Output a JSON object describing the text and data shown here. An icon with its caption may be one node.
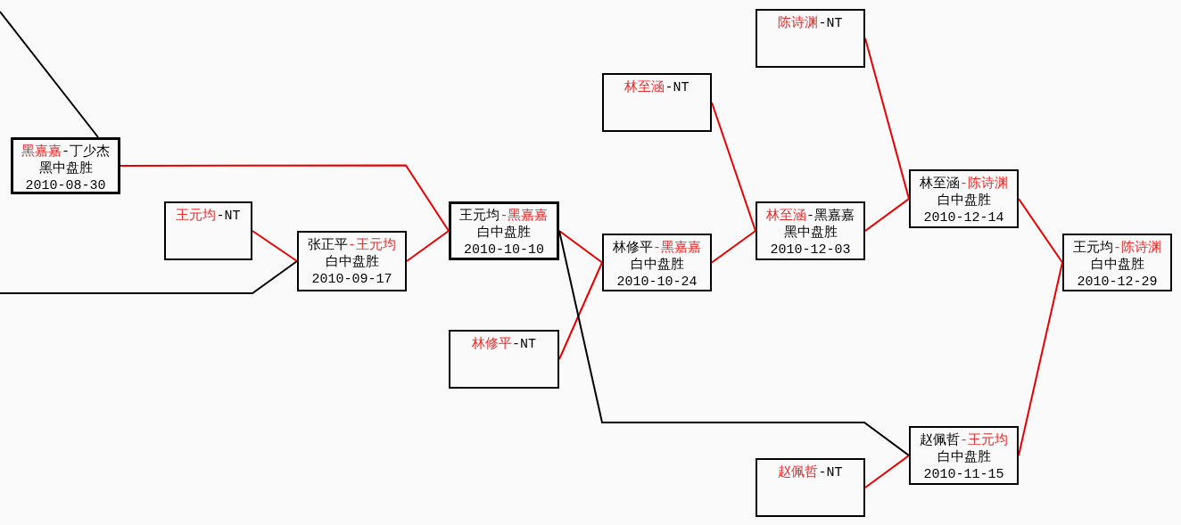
{
  "diagram": {
    "nodes": [
      {
        "text": [
          "黑嘉嘉-丁少杰",
          "黑中盘胜",
          "2010-08-30"
        ]
      },
      {
        "text": [
          "王元均-NT"
        ]
      },
      {
        "text": [
          "张正平-王元均",
          "白中盘胜",
          "2010-09-17"
        ]
      },
      {
        "text": [
          "王元均-黑嘉嘉",
          "白中盘胜",
          "2010-10-10"
        ]
      },
      {
        "text": [
          "林至涵-NT"
        ]
      },
      {
        "text": [
          "林修平-黑嘉嘉",
          "白中盘胜",
          "2010-10-24"
        ]
      },
      {
        "text": [
          "林修平-NT"
        ]
      },
      {
        "text": [
          "陈诗渊-NT"
        ]
      },
      {
        "text": [
          "林至涵-黑嘉嘉",
          "黑中盘胜",
          "2010-12-03"
        ]
      },
      {
        "text": [
          "林至涵-陈诗渊",
          "白中盘胜",
          "2010-12-14"
        ]
      },
      {
        "text": [
          "赵佩哲-王元均",
          "白中盘胜",
          "2010-11-15"
        ]
      },
      {
        "text": [
          "赵佩哲-NT"
        ]
      },
      {
        "text": [
          "王元均-陈诗渊",
          "白中盘胜",
          "2010-12-29"
        ]
      }
    ],
    "edges": [
      {
        "from": null,
        "to": 0,
        "arrow": "none",
        "color": "#000000"
      },
      {
        "from": null,
        "to": 2,
        "arrow": "none",
        "color": "#000000"
      },
      {
        "from": 0,
        "to": 3,
        "arrow": "none"
      },
      {
        "from": 1,
        "to": 2,
        "arrow": "none"
      },
      {
        "from": 2,
        "to": 3,
        "arrow": "none"
      },
      {
        "from": 3,
        "to": 5,
        "arrow": "none"
      },
      {
        "from": 6,
        "to": 5,
        "arrow": "none"
      },
      {
        "from": 3,
        "to": 10,
        "arrow": "none",
        "color": "#000000"
      },
      {
        "from": 4,
        "to": 8,
        "arrow": "none"
      },
      {
        "from": 5,
        "to": 8,
        "arrow": "none"
      },
      {
        "from": 7,
        "to": 9,
        "arrow": "none"
      },
      {
        "from": 8,
        "to": 9,
        "arrow": "none"
      },
      {
        "from": 11,
        "to": 10,
        "arrow": "none"
      },
      {
        "from": 9,
        "to": 12,
        "arrow": "none"
      },
      {
        "from": 10,
        "to": 12,
        "arrow": "none"
      }
    ]
  }
}
